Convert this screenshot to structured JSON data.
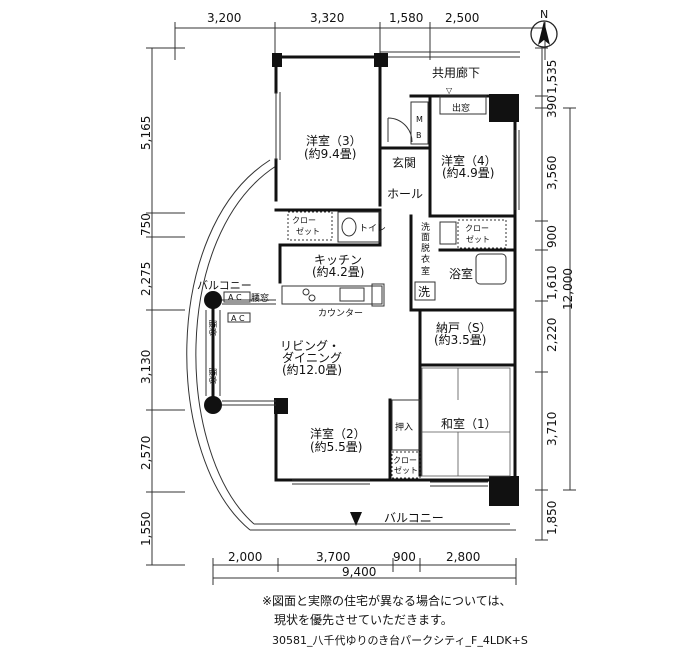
{
  "compass": {
    "label": "N"
  },
  "dimensions": {
    "top": [
      "3,200",
      "3,320",
      "1,580",
      "2,500"
    ],
    "left": [
      "5,165",
      "750",
      "2,275",
      "3,130",
      "2,570",
      "1,550"
    ],
    "right": [
      "1,535",
      "390",
      "3,560",
      "900",
      "1,610",
      "12,000",
      "2,220",
      "3,710",
      "1,850"
    ],
    "bottom": [
      "2,000",
      "3,700",
      "900",
      "2,800"
    ],
    "bottom_total": "9,400"
  },
  "rooms": {
    "corridor": "共用廊下",
    "exit": "出窓",
    "mb": [
      "M",
      "B"
    ],
    "bedroom3": {
      "name": "洋室（3）",
      "size": "(約9.4畳)"
    },
    "bedroom4": {
      "name": "洋室（4）",
      "size": "(約4.9畳)"
    },
    "entrance": "玄関",
    "hall": "ホール",
    "closet3": [
      "クロー",
      "ゼット"
    ],
    "toilet": "トイレ",
    "closet4": [
      "クロー",
      "ゼット"
    ],
    "washroom": [
      "洗",
      "面",
      "脱",
      "衣",
      "室"
    ],
    "bathroom": "浴室",
    "kitchen": {
      "name": "キッチン",
      "size": "(約4.2畳)"
    },
    "balcony_left": "バルコニー",
    "ac1": "A C",
    "waist_window": "腰窓",
    "ac2": "A C",
    "wash_machine": "洗",
    "counter": "カウンター",
    "storage": {
      "name": "納戸（S）",
      "size": "(約3.5畳)"
    },
    "waist_window_v1": "腰窓",
    "waist_window_v2": "腰窓",
    "living": {
      "name1": "リビング・",
      "name2": "ダイニング",
      "size": "(約12.0畳)"
    },
    "bedroom2": {
      "name": "洋室（2）",
      "size": "(約5.5畳)"
    },
    "oshiire": "押入",
    "closet2": [
      "クロー",
      "ゼット"
    ],
    "washitsu": "和室（1）",
    "balcony_bottom": "バルコニー"
  },
  "note": [
    "※図面と実際の住宅が異なる場合については、",
    "現状を優先させていただきます。"
  ],
  "reference": "30581_八千代ゆりのき台パークシティ_F_4LDK+S"
}
